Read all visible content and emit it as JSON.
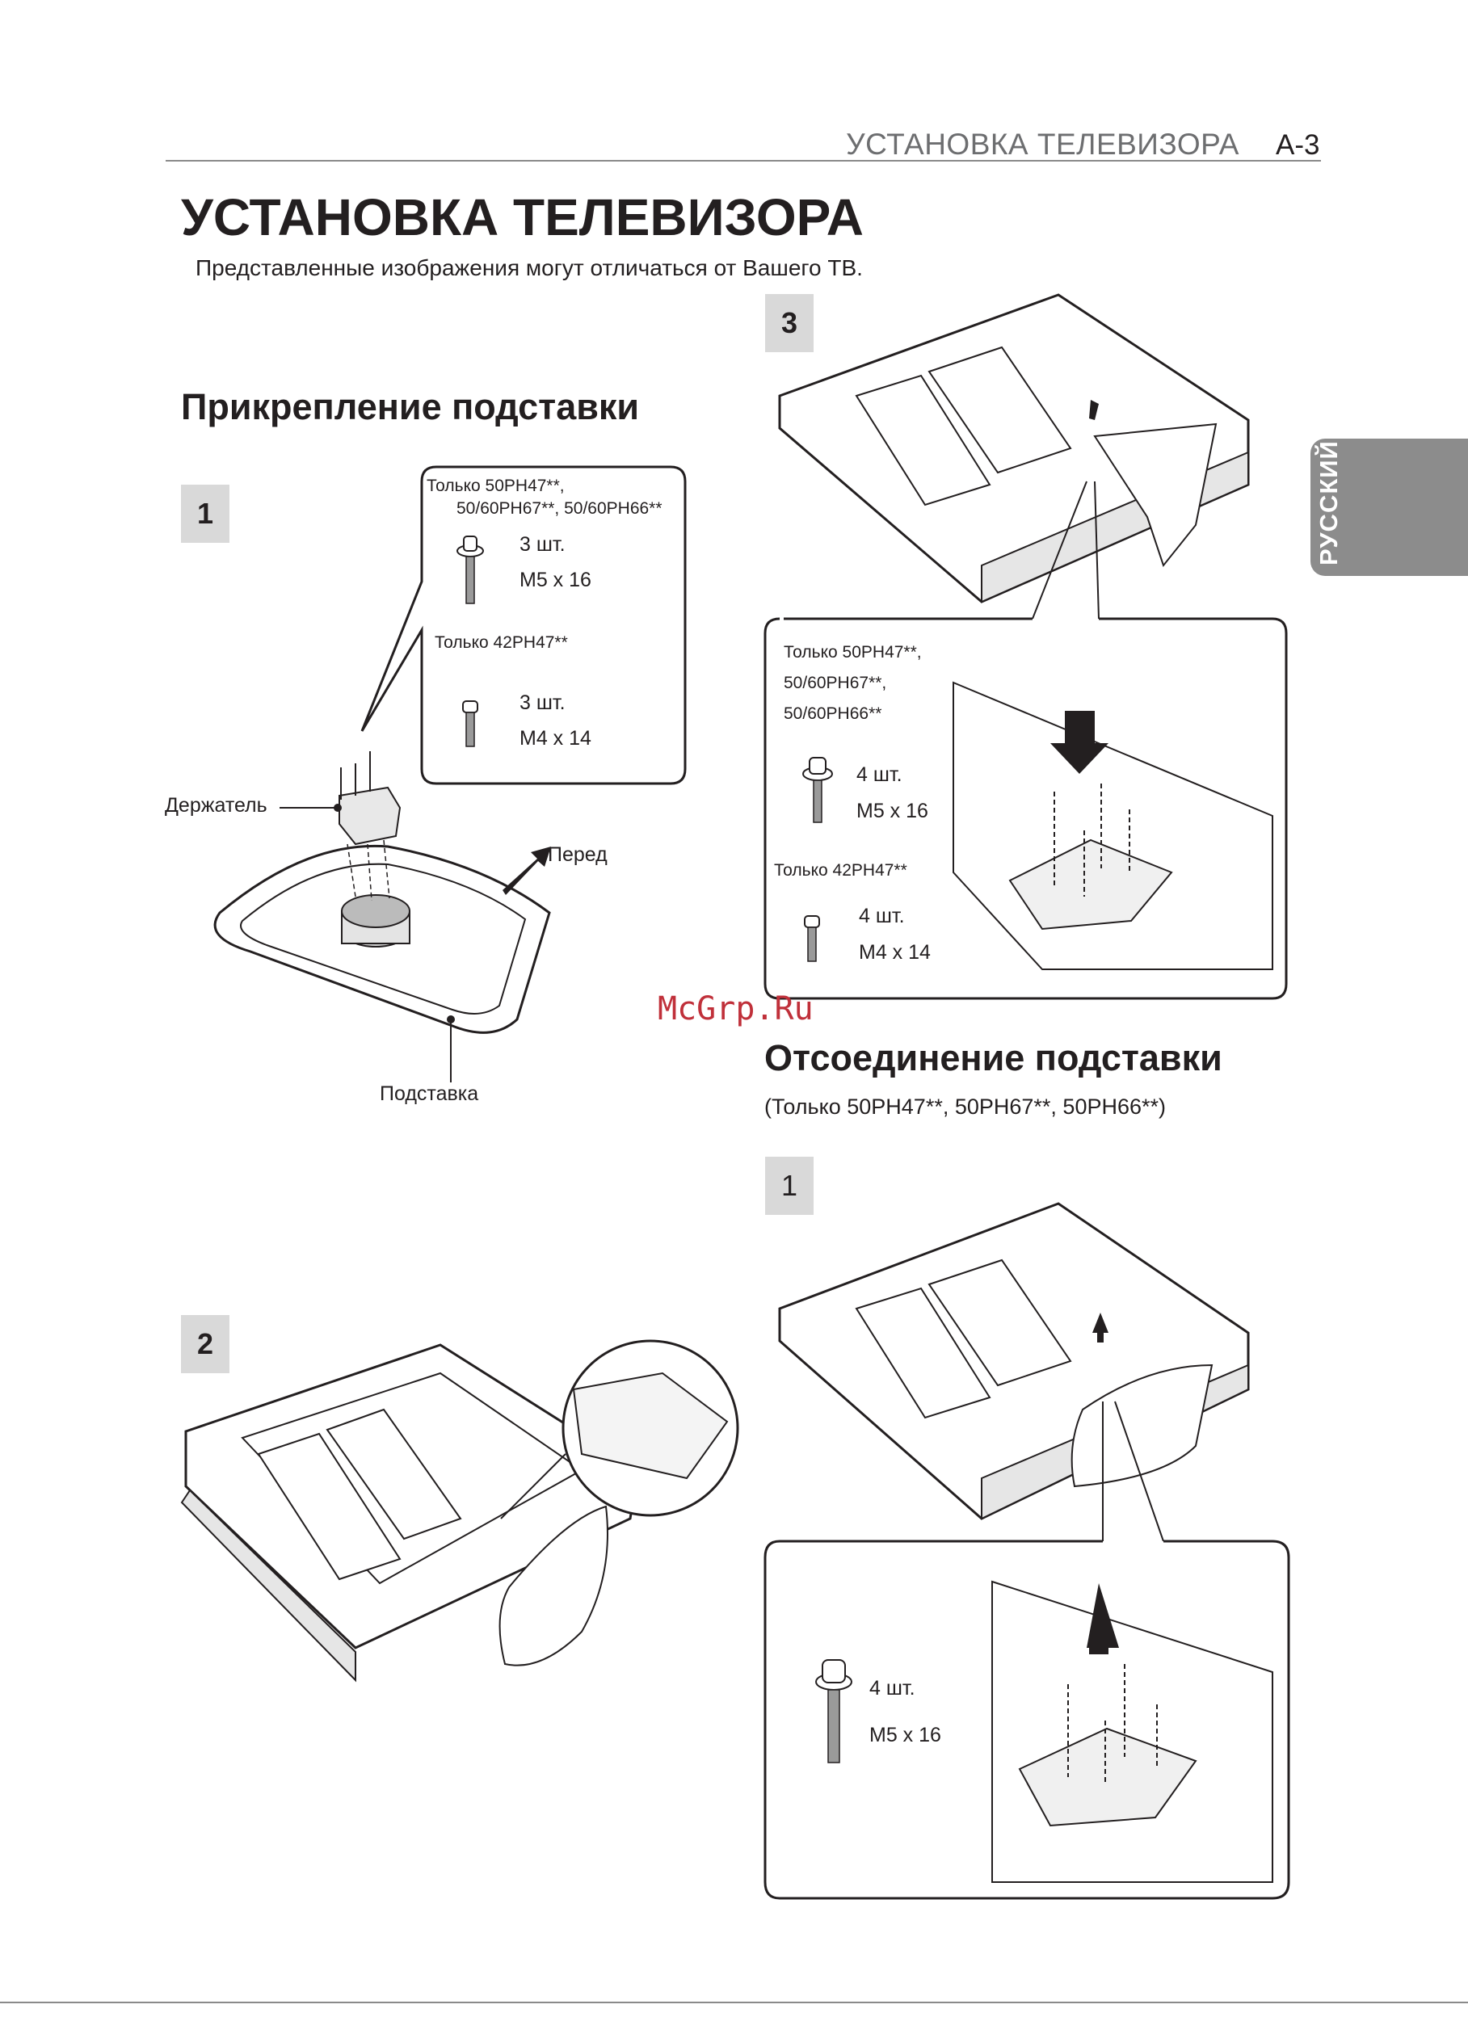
{
  "header": {
    "section_title": "УСТАНОВКА ТЕЛЕВИЗОРА",
    "page_number": "A-3"
  },
  "main_title": "УСТАНОВКА ТЕЛЕВИЗОРА",
  "subtitle": "Представленные изображения могут отличаться от Вашего ТВ.",
  "side_tab": {
    "label": "РУССКИЙ"
  },
  "attach_section": {
    "title": "Прикрепление подставки",
    "step1": {
      "number": "1",
      "callout_top_line1": "Только 50PH47**,",
      "callout_top_line2": "50/60PH67**, 50/60PH66**",
      "callout_top_qty": "3 шт.",
      "callout_top_size": "M5 x 16",
      "callout_bottom_label": "Только 42PH47**",
      "callout_bottom_qty": "3 шт.",
      "callout_bottom_size": "M4 x 14",
      "holder_label": "Держатель",
      "front_label": "Перед",
      "stand_label": "Подставка"
    },
    "step2": {
      "number": "2"
    },
    "step3": {
      "number": "3",
      "detail_line1": "Только 50PH47**,",
      "detail_line2": "50/60PH67**,",
      "detail_line3": "50/60PH66**",
      "detail_top_qty": "4 шт.",
      "detail_top_size": "M5 x 16",
      "detail_bottom_label": "Только 42PH47**",
      "detail_bottom_qty": "4 шт.",
      "detail_bottom_size": "M4 x 14"
    }
  },
  "watermark": "McGrp.Ru",
  "detach_section": {
    "title": "Отсоединение подставки",
    "note": "(Только 50PH47**, 50PH67**, 50PH66**)",
    "step1": {
      "number": "1",
      "qty": "4 шт.",
      "size": "M5 x 16"
    }
  }
}
